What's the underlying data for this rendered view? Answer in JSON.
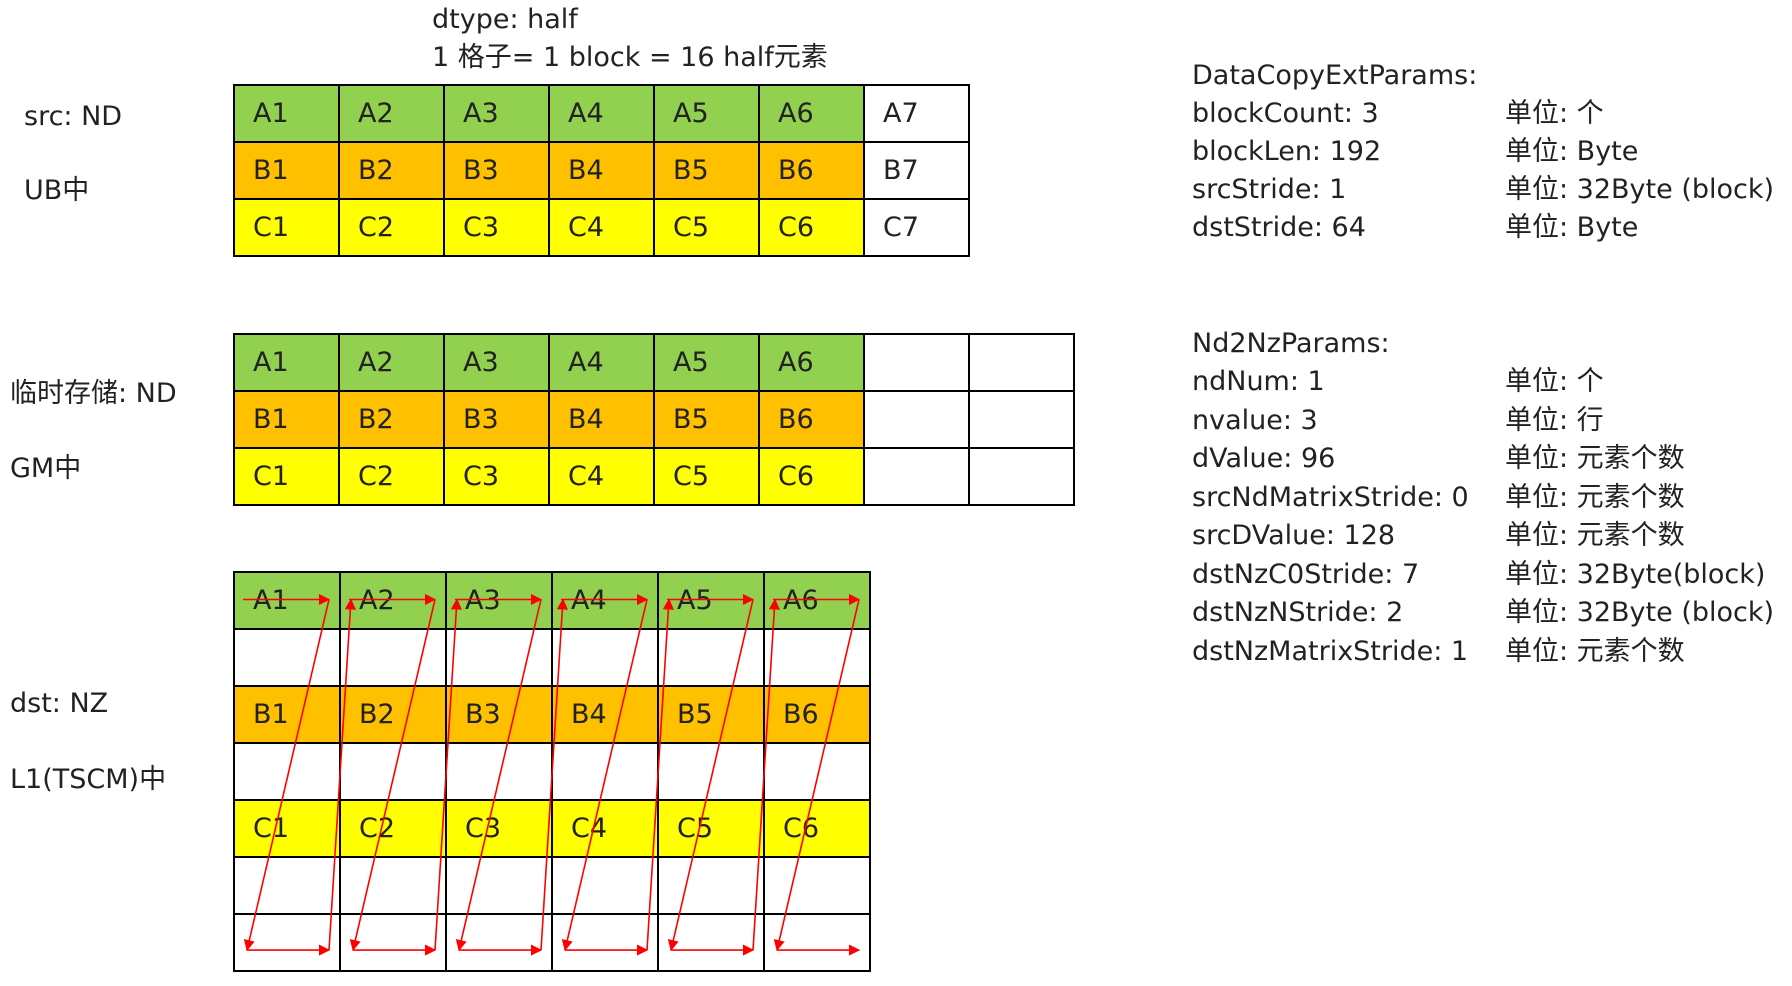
{
  "header": {
    "dtype_line": "dtype: half",
    "unit_line": "1 格子= 1 block = 16 half元素"
  },
  "labels": {
    "src_line1": "src: ND",
    "src_line2": "UB中",
    "tmp_line1": "临时存储: ND",
    "tmp_line2": "GM中",
    "dst_line1": "dst:  NZ",
    "dst_line2": "L1(TSCM)中"
  },
  "colors": {
    "green": "#92d050",
    "orange": "#ffc000",
    "yellow": "#ffff00",
    "arrow": "#ff0000"
  },
  "src_grid": [
    [
      "A1",
      "A2",
      "A3",
      "A4",
      "A5",
      "A6",
      "A7"
    ],
    [
      "B1",
      "B2",
      "B3",
      "B4",
      "B5",
      "B6",
      "B7"
    ],
    [
      "C1",
      "C2",
      "C3",
      "C4",
      "C5",
      "C6",
      "C7"
    ]
  ],
  "tmp_grid": [
    [
      "A1",
      "A2",
      "A3",
      "A4",
      "A5",
      "A6",
      "",
      ""
    ],
    [
      "B1",
      "B2",
      "B3",
      "B4",
      "B5",
      "B6",
      "",
      ""
    ],
    [
      "C1",
      "C2",
      "C3",
      "C4",
      "C5",
      "C6",
      "",
      ""
    ]
  ],
  "dst_grid": [
    [
      "A1",
      "A2",
      "A3",
      "A4",
      "A5",
      "A6"
    ],
    [
      "",
      "",
      "",
      "",
      "",
      ""
    ],
    [
      "B1",
      "B2",
      "B3",
      "B4",
      "B5",
      "B6"
    ],
    [
      "",
      "",
      "",
      "",
      "",
      ""
    ],
    [
      "C1",
      "C2",
      "C3",
      "C4",
      "C5",
      "C6"
    ],
    [
      "",
      "",
      "",
      "",
      "",
      ""
    ],
    [
      "",
      "",
      "",
      "",
      "",
      ""
    ]
  ],
  "datacopy": {
    "title": "DataCopyExtParams:",
    "params": [
      {
        "name": "blockCount: 3",
        "unit": "单位: 个"
      },
      {
        "name": "blockLen: 192",
        "unit": "单位:  Byte"
      },
      {
        "name": "srcStride: 1",
        "unit": "单位: 32Byte (block)"
      },
      {
        "name": "dstStride: 64",
        "unit": "单位: Byte"
      }
    ]
  },
  "nd2nz": {
    "title": "Nd2NzParams:",
    "params": [
      {
        "name": "ndNum: 1",
        "unit": "单位: 个"
      },
      {
        "name": "nvalue: 3",
        "unit": "单位:  行"
      },
      {
        "name": "dValue: 96",
        "unit": "单位: 元素个数"
      },
      {
        "name": "srcNdMatrixStride: 0",
        "unit": "单位: 元素个数"
      },
      {
        "name": "srcDValue: 128",
        "unit": "单位: 元素个数"
      },
      {
        "name": "dstNzC0Stride: 7",
        "unit": "单位: 32Byte(block)"
      },
      {
        "name": "dstNzNStride: 2",
        "unit": "单位: 32Byte (block)"
      },
      {
        "name": "dstNzMatrixStride: 1",
        "unit": "单位: 元素个数"
      }
    ]
  }
}
